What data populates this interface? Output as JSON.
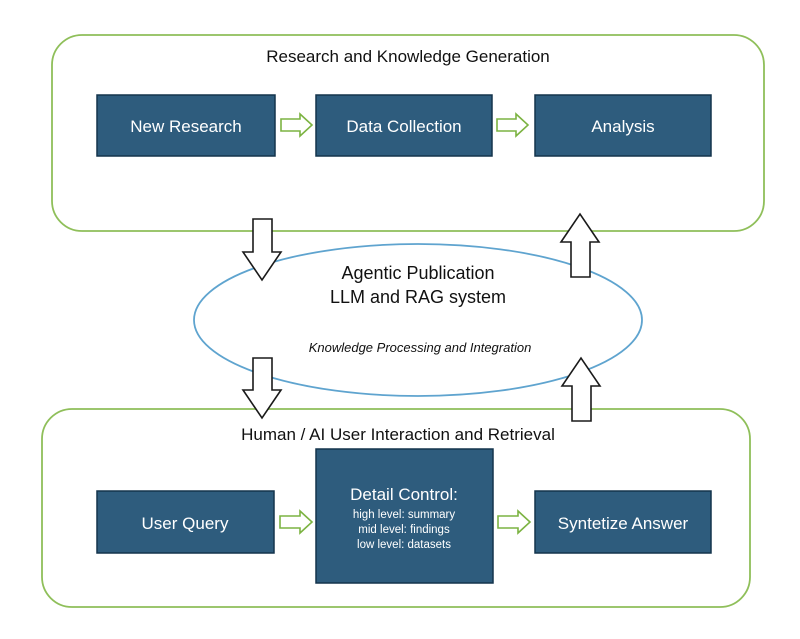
{
  "top_group": {
    "title": "Research and Knowledge Generation",
    "boxes": [
      "New Research",
      "Data Collection",
      "Analysis"
    ]
  },
  "center": {
    "title_line1": "Agentic Publication",
    "title_line2": "LLM and RAG system",
    "subtitle": "Knowledge Processing and Integration"
  },
  "bottom_group": {
    "title": "Human / AI User Interaction and Retrieval",
    "user_query": "User Query",
    "detail_control": {
      "title": "Detail Control:",
      "levels": [
        "high level: summary",
        "mid level: findings",
        "low level: datasets"
      ]
    },
    "answer": "Syntetize Answer"
  },
  "colors": {
    "box_fill": "#2e5c7d",
    "group_border": "#8fbf5a",
    "ellipse_border": "#5fa4cf",
    "flow_arrow": "#7cb342"
  }
}
